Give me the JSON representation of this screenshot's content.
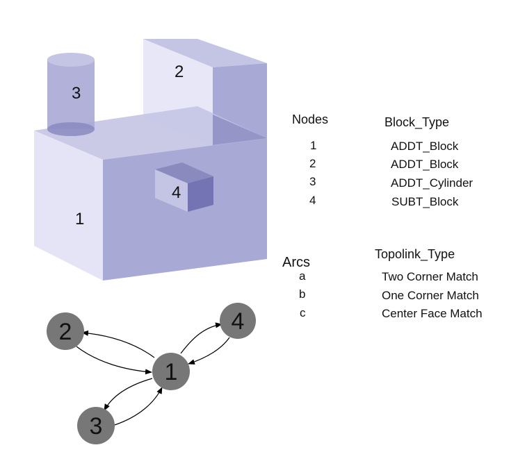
{
  "model": {
    "face_labels": {
      "block1": "1",
      "block2": "2",
      "cylinder3": "3",
      "cutout4": "4"
    },
    "colors": {
      "light": "#e4e4f6",
      "mid": "#c4c4e4",
      "dark": "#a9a9d5",
      "darker": "#8a8abf",
      "darkest": "#7474b4"
    }
  },
  "nodes_table": {
    "nodes_header": "Nodes",
    "type_header": "Block_Type",
    "rows": [
      {
        "id": "1",
        "type": "ADDT_Block"
      },
      {
        "id": "2",
        "type": "ADDT_Block"
      },
      {
        "id": "3",
        "type": "ADDT_Cylinder"
      },
      {
        "id": "4",
        "type": "SUBT_Block"
      }
    ]
  },
  "arcs_table": {
    "arcs_header": "Arcs",
    "type_header": "Topolink_Type",
    "rows": [
      {
        "id": "a",
        "type": "Two Corner Match"
      },
      {
        "id": "b",
        "type": "One Corner Match"
      },
      {
        "id": "c",
        "type": "Center Face Match"
      }
    ]
  },
  "graph": {
    "node_color": "#777777",
    "nodes": [
      {
        "id": "1",
        "label": "1"
      },
      {
        "id": "2",
        "label": "2"
      },
      {
        "id": "3",
        "label": "3"
      },
      {
        "id": "4",
        "label": "4"
      }
    ]
  }
}
